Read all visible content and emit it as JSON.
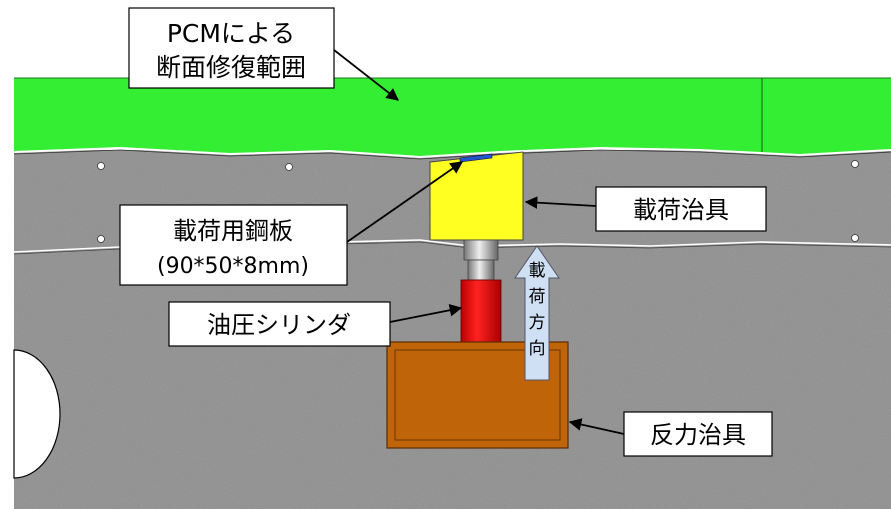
{
  "labels": {
    "pcm_line1": "PCMによる",
    "pcm_line2": "断面修復範囲",
    "steel_plate_line1": "載荷用鋼板",
    "steel_plate_line2": "(90*50*8mm)",
    "loading_jig": "載荷治具",
    "hydraulic_cylinder": "油圧シリンダ",
    "reaction_jig": "反力治具",
    "load_direction": [
      "載",
      "荷",
      "方",
      "向"
    ]
  },
  "colors": {
    "pcm_layer": "#33ee33",
    "concrete": "#9a9a9a",
    "loading_jig": "#ffff22",
    "steel_plate": "#2255cc",
    "cylinder": "#ee1111",
    "reaction_jig": "#c0640a",
    "arrow_fill": "#cfe0f5"
  }
}
